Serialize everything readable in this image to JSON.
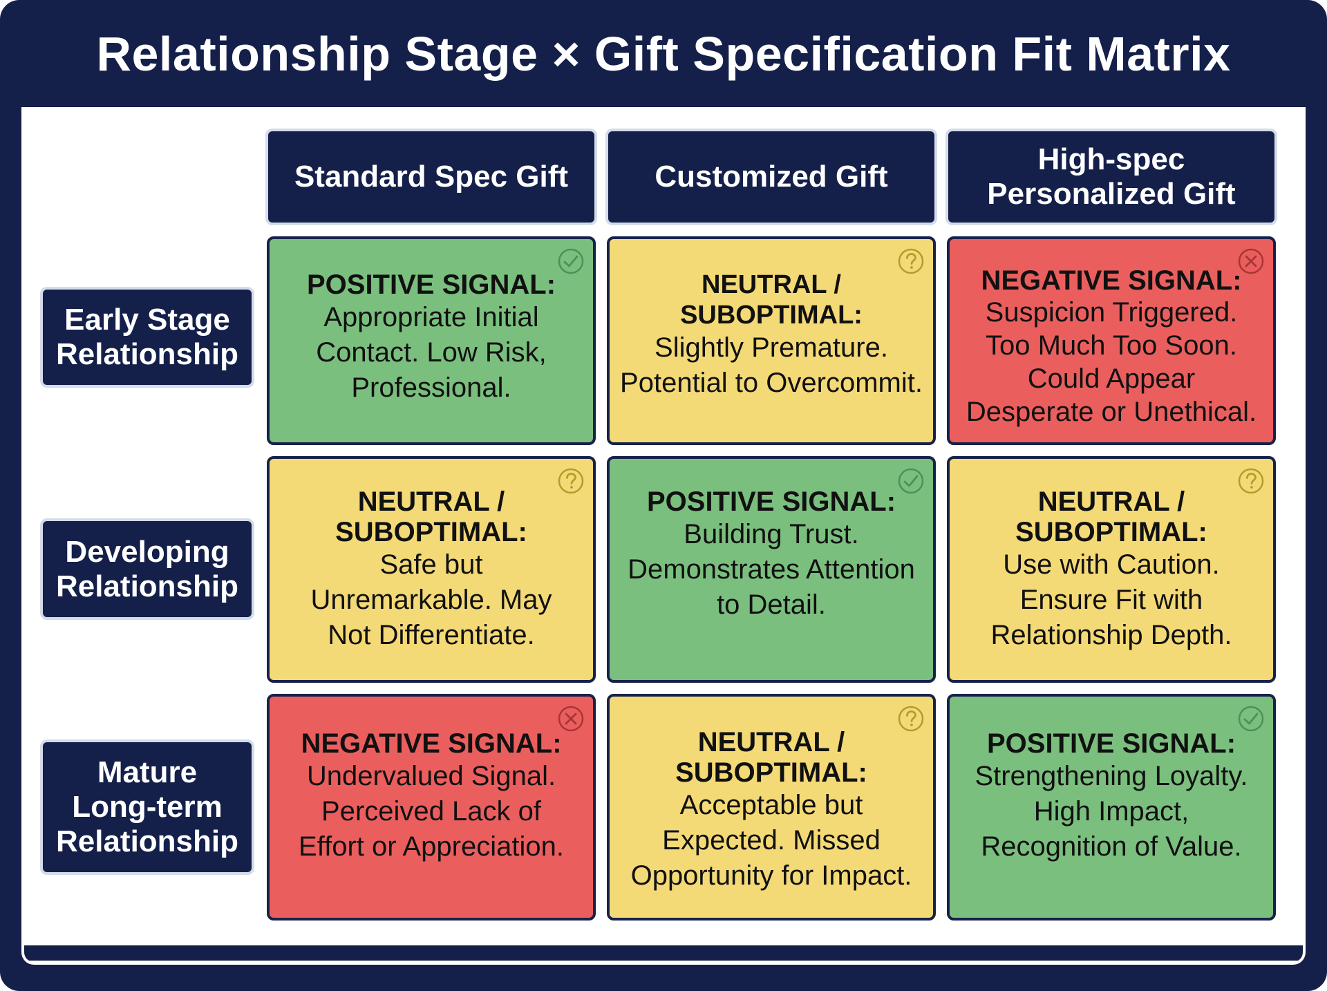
{
  "title": "Relationship Stage × Gift Specification Fit Matrix",
  "columns": [
    {
      "label": "Standard Spec Gift"
    },
    {
      "label": "Customized Gift"
    },
    {
      "label": "High-spec\nPersonalized Gift"
    }
  ],
  "rows": [
    {
      "label": "Early Stage\nRelationship"
    },
    {
      "label": "Developing\nRelationship"
    },
    {
      "label": "Mature\nLong-term\nRelationship"
    }
  ],
  "cells": [
    [
      {
        "type": "positive",
        "icon": "check-circle-icon",
        "heading": "POSITIVE SIGNAL:",
        "body": "Appropriate Initial\nContact. Low Risk,\nProfessional."
      },
      {
        "type": "neutral",
        "icon": "question-circle-icon",
        "heading": "NEUTRAL / SUBOPTIMAL:",
        "body": "Slightly Premature.\nPotential to Overcommit."
      },
      {
        "type": "negative",
        "icon": "x-circle-icon",
        "heading": "NEGATIVE SIGNAL:",
        "body": "Suspicion Triggered.\nToo Much Too Soon.\nCould Appear\nDesperate or Unethical."
      }
    ],
    [
      {
        "type": "neutral",
        "icon": "question-circle-icon",
        "heading": "NEUTRAL /\nSUBOPTIMAL:",
        "body": "Safe but\nUnremarkable. May\nNot Differentiate."
      },
      {
        "type": "positive",
        "icon": "check-circle-icon",
        "heading": "POSITIVE SIGNAL:",
        "body": "Building Trust.\nDemonstrates Attention\nto Detail."
      },
      {
        "type": "neutral",
        "icon": "question-circle-icon",
        "heading": "NEUTRAL /\nSUBOPTIMAL:",
        "body": "Use with Caution.\nEnsure Fit with\nRelationship Depth."
      }
    ],
    [
      {
        "type": "negative",
        "icon": "x-circle-icon",
        "heading": "NEGATIVE SIGNAL:",
        "body": "Undervalued Signal.\nPerceived Lack of\nEffort or Appreciation."
      },
      {
        "type": "neutral",
        "icon": "question-circle-icon",
        "heading": "NEUTRAL /\nSUBOPTIMAL:",
        "body": "Acceptable but\nExpected. Missed\nOpportunity for Impact."
      },
      {
        "type": "positive",
        "icon": "check-circle-icon",
        "heading": "POSITIVE SIGNAL:",
        "body": "Strengthening Loyalty.\nHigh Impact,\nRecognition of Value."
      }
    ]
  ],
  "colors": {
    "positive": "#7bbf7f",
    "neutral": "#f4da77",
    "negative": "#ea5f5e",
    "navy": "#14204a"
  }
}
